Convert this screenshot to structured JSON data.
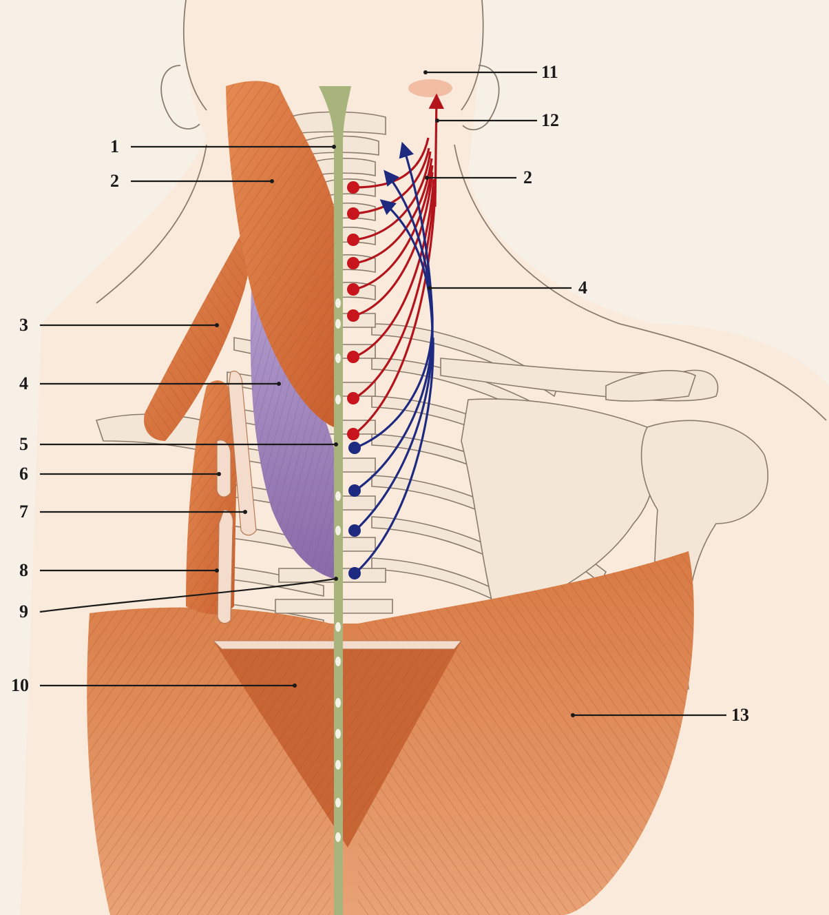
{
  "diagram": {
    "labels": [
      {
        "id": "l1",
        "text": "1"
      },
      {
        "id": "l2",
        "text": "2"
      },
      {
        "id": "l3",
        "text": "3"
      },
      {
        "id": "l4",
        "text": "4"
      },
      {
        "id": "l5",
        "text": "5"
      },
      {
        "id": "l6",
        "text": "6"
      },
      {
        "id": "l7",
        "text": "7"
      },
      {
        "id": "l8",
        "text": "8"
      },
      {
        "id": "l9",
        "text": "9"
      },
      {
        "id": "l10",
        "text": "10"
      },
      {
        "id": "l11",
        "text": "11"
      },
      {
        "id": "l12",
        "text": "12"
      },
      {
        "id": "r2",
        "text": "2"
      },
      {
        "id": "r4",
        "text": "4"
      },
      {
        "id": "l13",
        "text": "13"
      }
    ],
    "colors": {
      "muscle": "#d8743f",
      "muscle_dark": "#b8552a",
      "rhomboid": "#9a7fb8",
      "spine": "#a9b47c",
      "red_pathway": "#b3141c",
      "blue_pathway": "#1e2a80",
      "skin": "#f6ebdd",
      "bone": "#f3e6d6"
    }
  }
}
